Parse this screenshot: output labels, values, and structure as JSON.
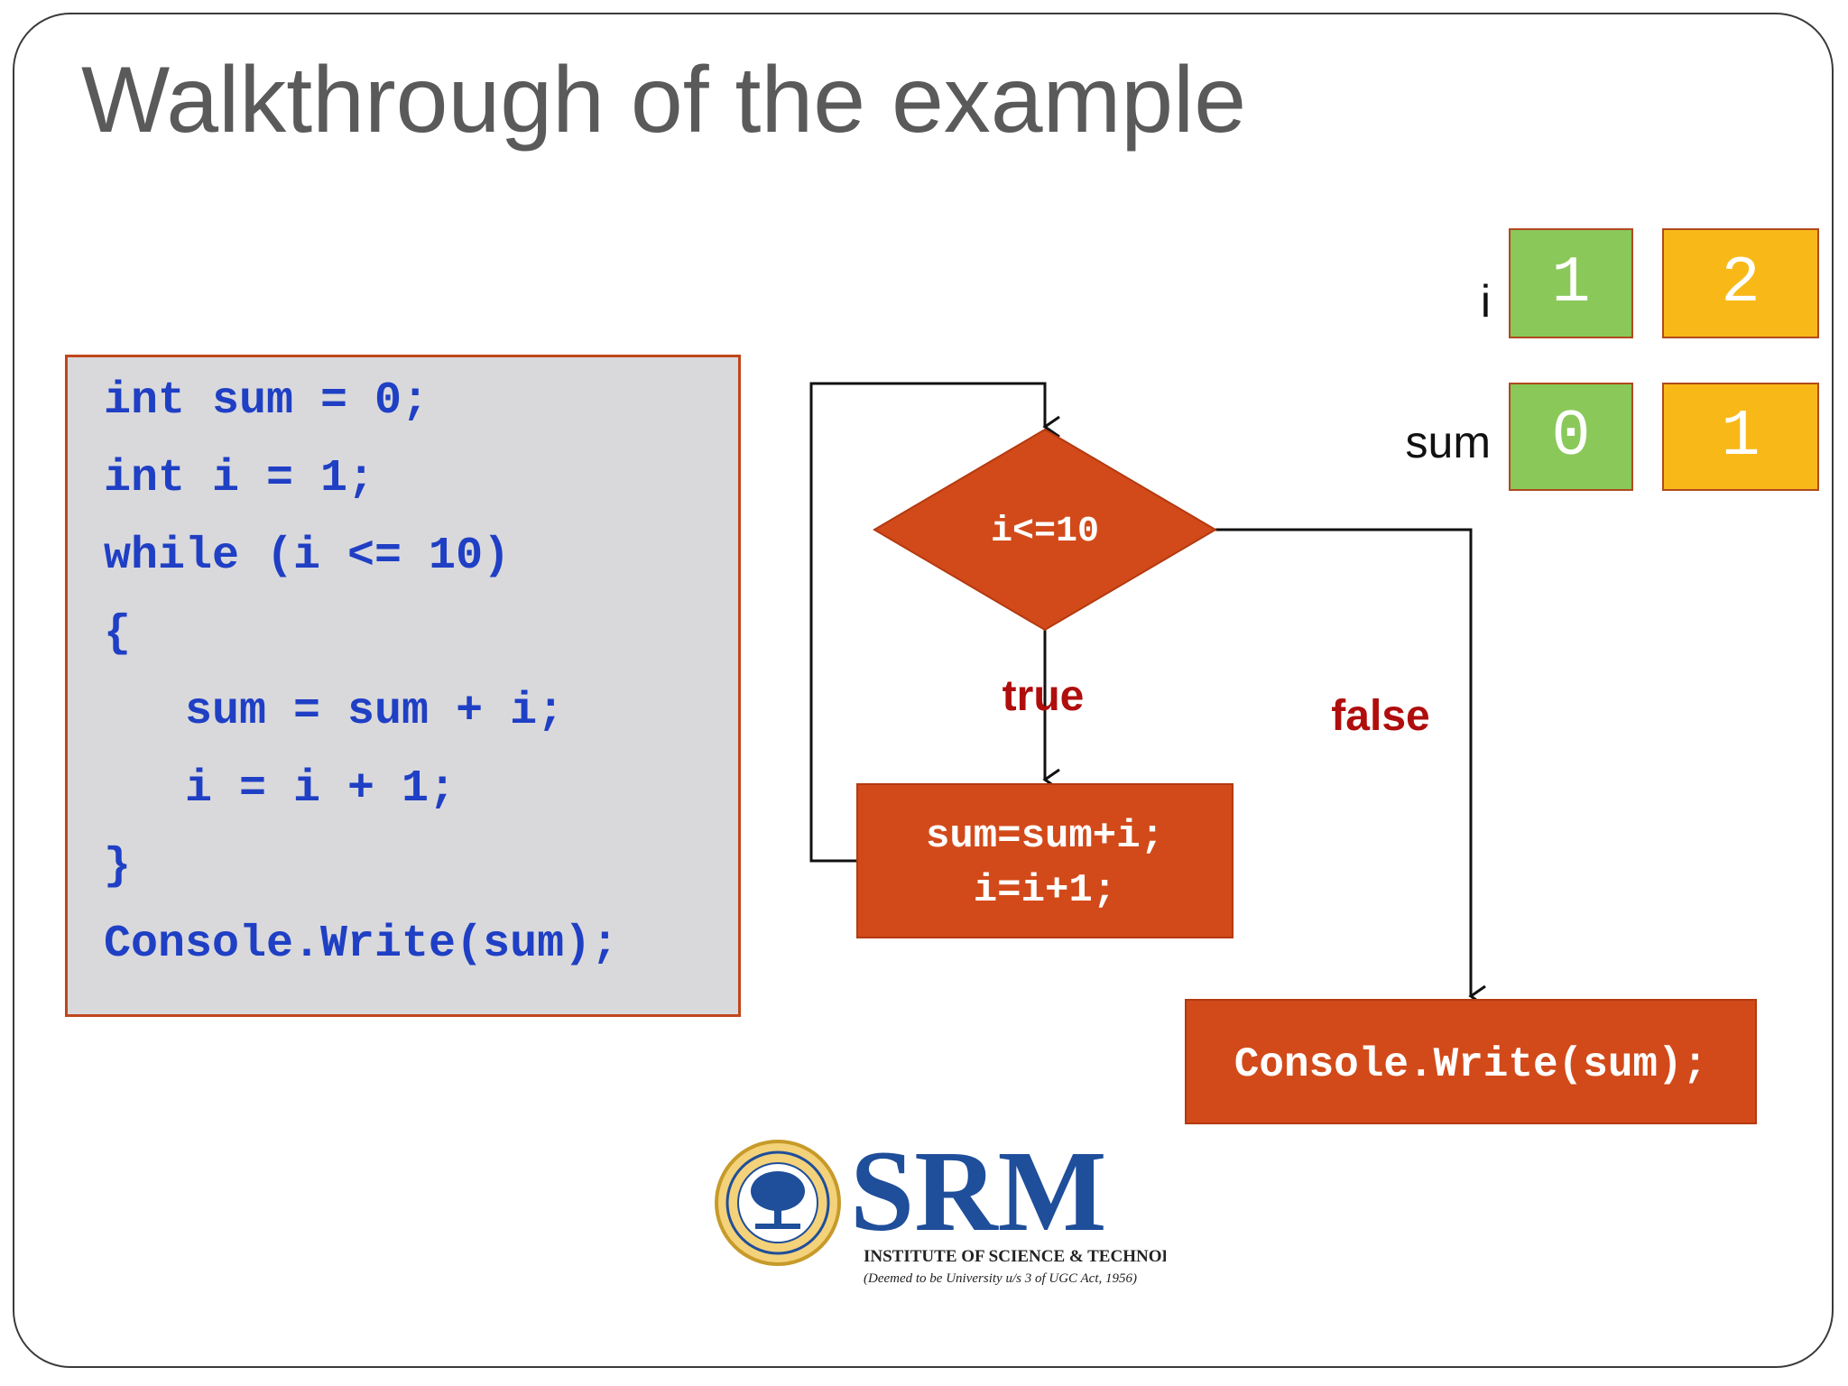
{
  "slide": {
    "title": "Walkthrough of the example"
  },
  "code": {
    "lines": [
      "int sum = 0;",
      "int i = 1;",
      "while (i <= 10)",
      "{",
      "   sum = sum + i;",
      "   i = i + 1;",
      "}",
      "Console.Write(sum);"
    ]
  },
  "variables": {
    "i": {
      "label": "i",
      "values": [
        "1",
        "2"
      ]
    },
    "sum": {
      "label": "sum",
      "values": [
        "0",
        "1"
      ]
    }
  },
  "flowchart": {
    "condition": "i<=10",
    "true_label": "true",
    "false_label": "false",
    "body_lines": [
      "sum=sum+i;",
      "i=i+1;"
    ],
    "output": "Console.Write(sum);"
  },
  "logo": {
    "name": "SRM",
    "subtitle": "INSTITUTE OF SCIENCE & TECHNOLOGY",
    "note": "(Deemed to be University u/s 3 of UGC Act, 1956)"
  },
  "colors": {
    "node_fill": "#d24a1a",
    "code_text": "#1f3fc4",
    "branch_label": "#b00d0d",
    "var_green": "#8ac85a",
    "var_yellow": "#f8b918",
    "logo_blue": "#1f4e9a"
  }
}
